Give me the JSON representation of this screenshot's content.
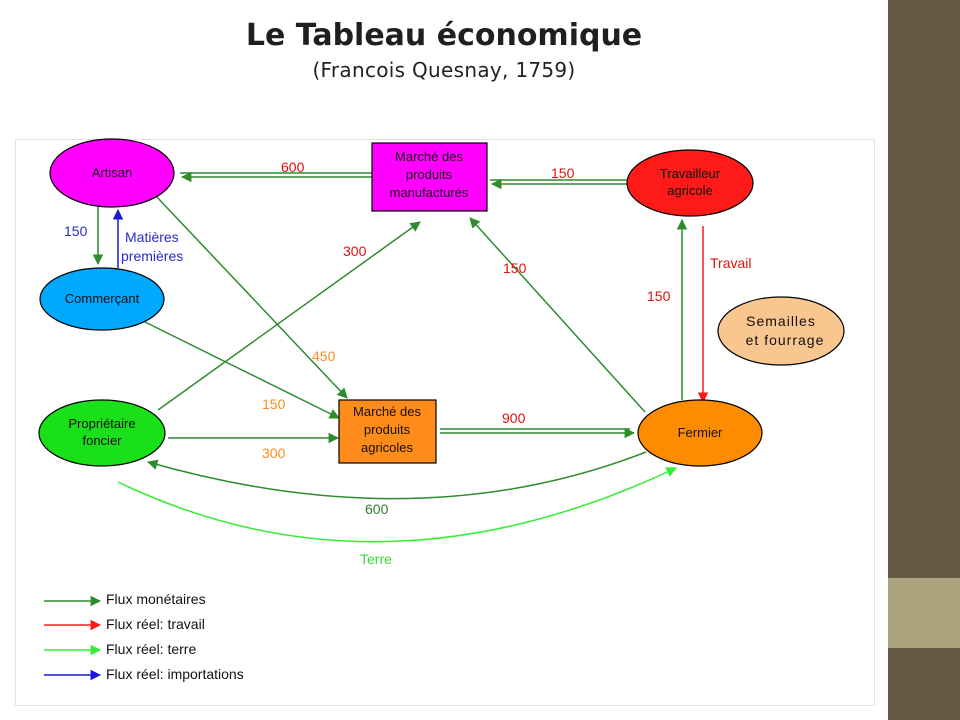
{
  "slide": {
    "title": "Le Tableau économique",
    "subtitle": "(Francois Quesnay, 1759)"
  },
  "colors": {
    "monetary": "#2e8b2e",
    "labor": "#ff1a1a",
    "land": "#33ee33",
    "imports": "#1a1ad6",
    "label_orange": "#ff8c1a",
    "label_green_dark": "#2e7d2e",
    "label_blue": "#2a2acc",
    "label_red": "#e01010",
    "artisan_fill": "#ff00ff",
    "commercant_fill": "#00a8ff",
    "proprietaire_fill": "#19e019",
    "travailleur_fill": "#ff1a1a",
    "fermier_fill": "#ff8c00",
    "semailles_fill": "#f9c68f",
    "marche_manu_fill": "#ff00ff",
    "marche_agri_fill": "#ff8c1a",
    "sidebar_dark": "#665a45",
    "sidebar_light": "#aaa37d"
  },
  "nodes": {
    "artisan": "Artisan",
    "commercant": "Commerçant",
    "proprietaire": [
      "Propriétaire",
      "foncier"
    ],
    "travailleur": [
      "Travailleur",
      "agricole"
    ],
    "fermier": "Fermier",
    "semailles": [
      "Semailles",
      "et fourrage"
    ],
    "marche_manufactures": [
      "Marché des",
      "produits",
      "manufacturés"
    ],
    "marche_agricoles": [
      "Marché des",
      "produits",
      "agricoles"
    ]
  },
  "flows": {
    "manu_to_artisan": "600",
    "travailleur_to_manu": "150",
    "artisan_to_commercant": "150",
    "matieres_premieres": [
      "Matières",
      "premières"
    ],
    "proprietaire_to_manu": "300",
    "fermier_to_manu": "150",
    "travail": "Travail",
    "fermier_to_travailleur": "150",
    "artisan_to_agri": "450",
    "commercant_to_agri": "150",
    "proprietaire_to_agri": "300",
    "agri_to_fermier": "900",
    "fermier_to_proprietaire": "600",
    "terre": "Terre"
  },
  "legend": [
    {
      "label": "Flux monétaires",
      "color": "#2e8b2e"
    },
    {
      "label": "Flux réel: travail",
      "color": "#ff1a1a"
    },
    {
      "label": "Flux réel: terre",
      "color": "#33ee33"
    },
    {
      "label": "Flux réel: importations",
      "color": "#1a1ad6"
    }
  ]
}
